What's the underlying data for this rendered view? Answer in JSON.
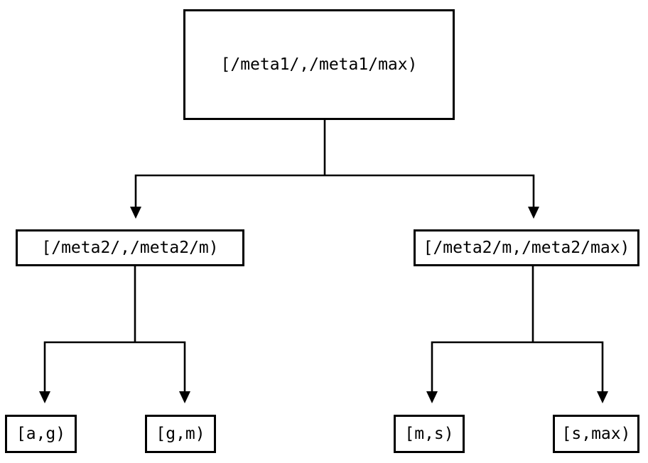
{
  "diagram": {
    "type": "tree",
    "background_color": "#ffffff",
    "line_color": "#000000",
    "text_color": "#000000",
    "nodes": {
      "root": {
        "label": "[/meta1/,/meta1/max)"
      },
      "left_child": {
        "label": "[/meta2/,/meta2/m)"
      },
      "right_child": {
        "label": "[/meta2/m,/meta2/max)"
      },
      "leaf_1": {
        "label": "[a,g)"
      },
      "leaf_2": {
        "label": "[g,m)"
      },
      "leaf_3": {
        "label": "[m,s)"
      },
      "leaf_4": {
        "label": "[s,max)"
      }
    },
    "edges": [
      {
        "from": "root",
        "to": "left_child"
      },
      {
        "from": "root",
        "to": "right_child"
      },
      {
        "from": "left_child",
        "to": "leaf_1"
      },
      {
        "from": "left_child",
        "to": "leaf_2"
      },
      {
        "from": "right_child",
        "to": "leaf_3"
      },
      {
        "from": "right_child",
        "to": "leaf_4"
      }
    ]
  }
}
